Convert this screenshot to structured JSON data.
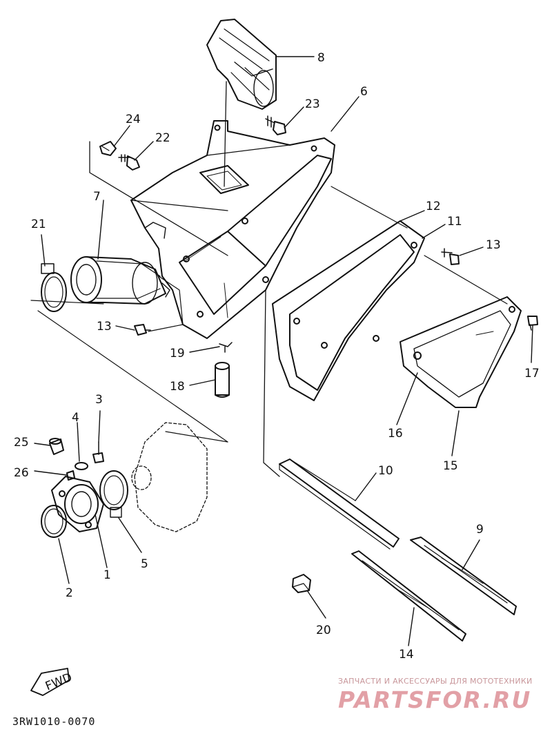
{
  "diagram_code": "3RW1010-0070",
  "fwd_label": "FWD",
  "watermark": {
    "line1": "ЗАПЧАСТИ И АКСЕССУАРЫ ДЛЯ МОТОТЕХНИКИ",
    "line2": "PARTSFOR.RU"
  },
  "parts": [
    {
      "id": "p1",
      "label": "1"
    },
    {
      "id": "p2",
      "label": "2"
    },
    {
      "id": "p3",
      "label": "3"
    },
    {
      "id": "p4",
      "label": "4"
    },
    {
      "id": "p5",
      "label": "5"
    },
    {
      "id": "p6",
      "label": "6"
    },
    {
      "id": "p7",
      "label": "7"
    },
    {
      "id": "p8",
      "label": "8"
    },
    {
      "id": "p9",
      "label": "9"
    },
    {
      "id": "p10",
      "label": "10"
    },
    {
      "id": "p11",
      "label": "11"
    },
    {
      "id": "p12",
      "label": "12"
    },
    {
      "id": "p13a",
      "label": "13"
    },
    {
      "id": "p13b",
      "label": "13"
    },
    {
      "id": "p14",
      "label": "14"
    },
    {
      "id": "p15",
      "label": "15"
    },
    {
      "id": "p16",
      "label": "16"
    },
    {
      "id": "p17",
      "label": "17"
    },
    {
      "id": "p18",
      "label": "18"
    },
    {
      "id": "p19",
      "label": "19"
    },
    {
      "id": "p20",
      "label": "20"
    },
    {
      "id": "p21",
      "label": "21"
    },
    {
      "id": "p22",
      "label": "22"
    },
    {
      "id": "p23",
      "label": "23"
    },
    {
      "id": "p24",
      "label": "24"
    },
    {
      "id": "p25",
      "label": "25"
    },
    {
      "id": "p26",
      "label": "26"
    }
  ]
}
